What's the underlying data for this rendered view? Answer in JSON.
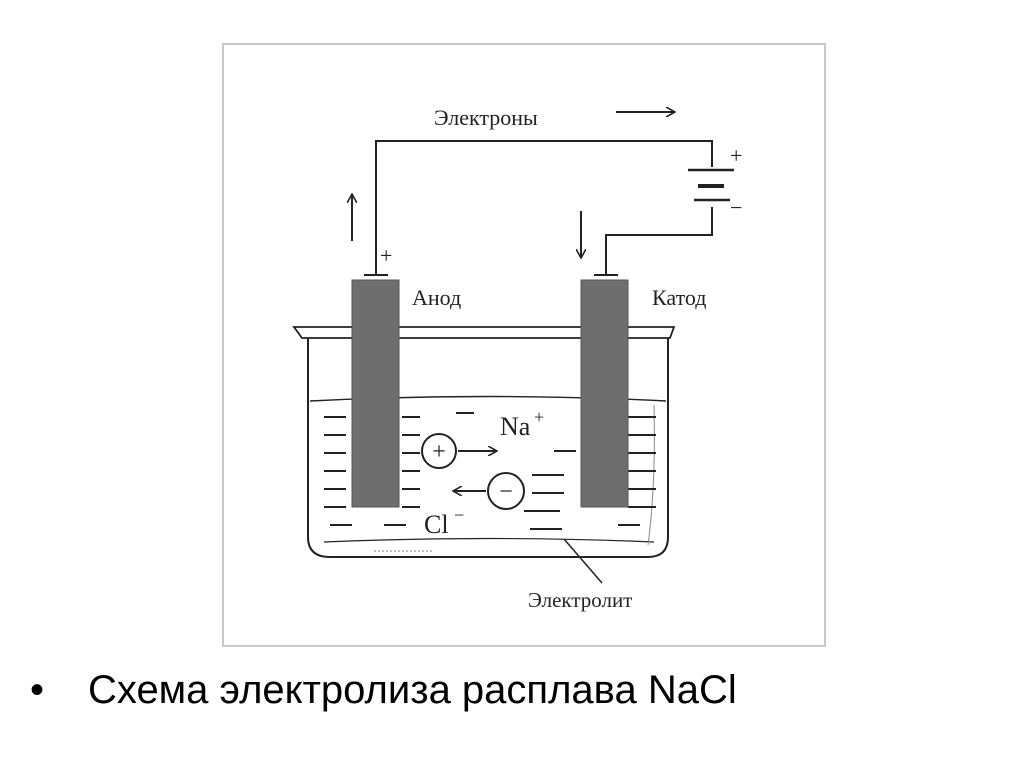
{
  "diagram": {
    "electrons_label": "Электроны",
    "anode_label": "Анод",
    "cathode_label": "Катод",
    "sodium_ion_label": "Na",
    "sodium_ion_charge": "+",
    "chloride_ion_label": "Cl",
    "chloride_ion_charge": "−",
    "electrolyte_label": "Электролит",
    "battery_plus": "+",
    "battery_minus": "−",
    "anode_terminal_sign": "+",
    "cation_symbol": "+",
    "anion_symbol": "−"
  },
  "caption": {
    "bullet": "•",
    "text": "Схема электролиза расплава NaCl"
  },
  "colors": {
    "electrode": "#6e6e6e",
    "line": "#222222",
    "frame_border": "#c9c9c9"
  }
}
